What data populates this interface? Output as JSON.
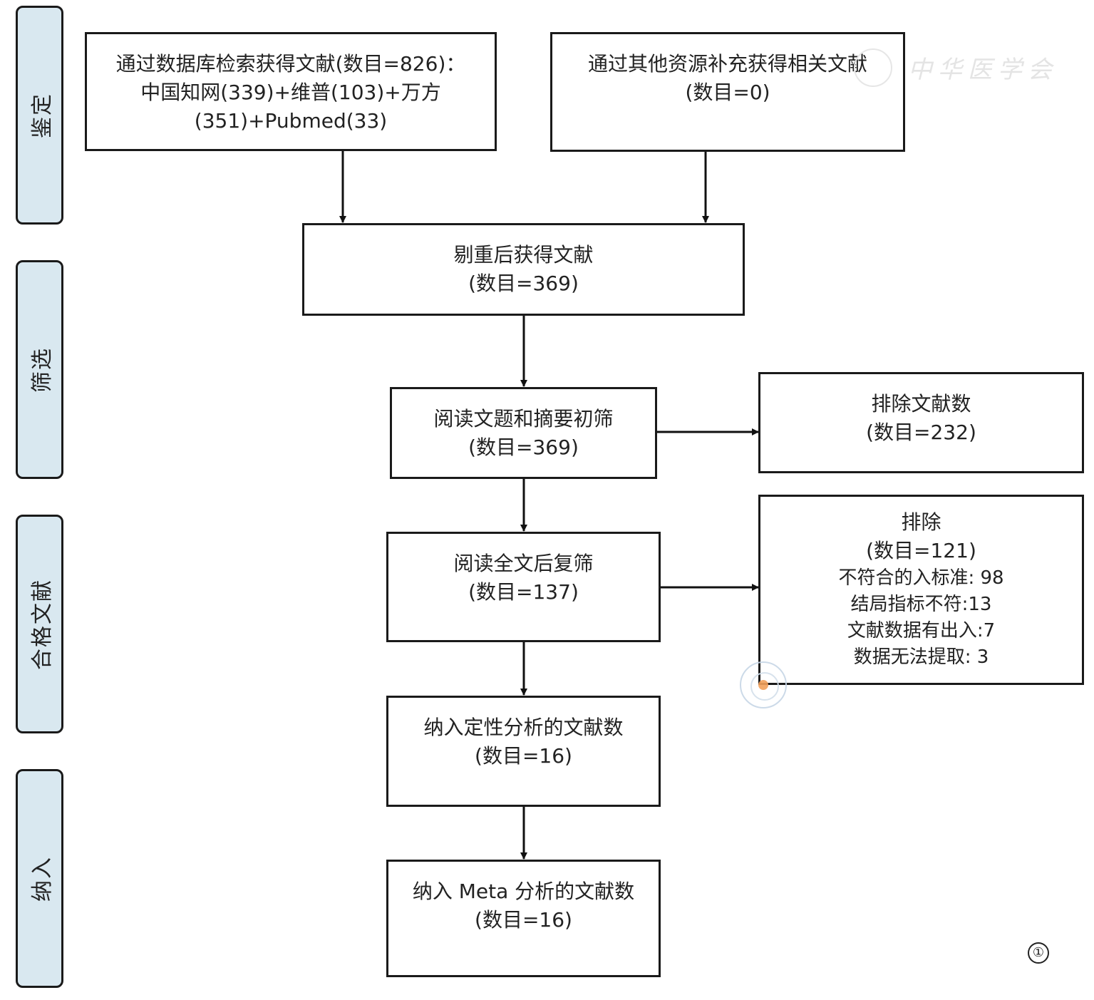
{
  "stages": [
    "鉴定",
    "筛选",
    "合格文献",
    "纳入"
  ],
  "boxes": {
    "database_search": [
      "通过数据库检索获得文献(数目=826)：",
      "中国知网(339)+维普(103)+万方",
      "(351)+Pubmed(33)"
    ],
    "other_sources": [
      "通过其他资源补充获得相关文献",
      "(数目=0)"
    ],
    "after_dedup": [
      "剔重后获得文献",
      "(数目=369)"
    ],
    "title_abstract_screen": [
      "阅读文题和摘要初筛",
      "(数目=369)"
    ],
    "excluded_screen": [
      "排除文献数",
      "(数目=232)"
    ],
    "fulltext_screen": [
      "阅读全文后复筛",
      "(数目=137)"
    ],
    "excluded_fulltext": {
      "title": "排除",
      "count": "(数目=121)",
      "reasons": [
        "不符合的入标准: 98",
        "结局指标不符:13",
        "文献数据有出入:7",
        "数据无法提取: 3"
      ]
    },
    "qualitative": [
      "纳入定性分析的文献数",
      "(数目=16)"
    ],
    "meta_analysis": [
      "纳入 Meta 分析的文献数",
      "(数目=16)"
    ]
  },
  "watermark": "中华医学会",
  "figure_label": "①"
}
